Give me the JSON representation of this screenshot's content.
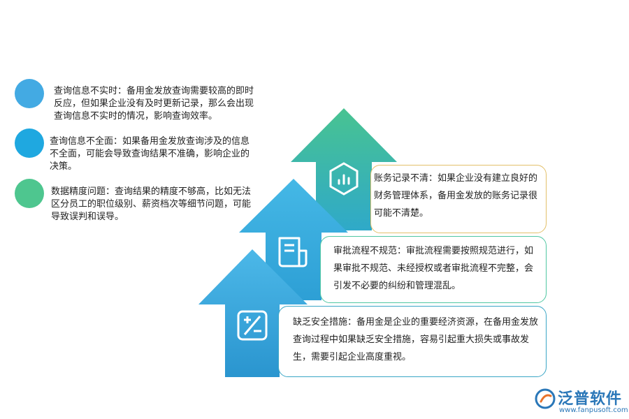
{
  "left_items": [
    {
      "color": "#43aae3",
      "text": "查询信息不实时：备用金发放查询需要较高的即时反应，但如果企业没有及时更新记录，那么会出现查询信息不实时的情况，影响查询效率。"
    },
    {
      "color": "#1fa8e0",
      "text": "查询信息不全面：如果备用金发放查询涉及的信息不全面，可能会导致查询结果不准确，影响企业的决策。"
    },
    {
      "color": "#4ec68f",
      "text": "数据精度问题：查询结果的精度不够高，比如无法区分员工的职位级别、薪资档次等细节问题，可能导致误判和误导。"
    }
  ],
  "arrows": [
    {
      "icon": "bar-chart-icon",
      "text": "账务记录不清：如果企业没有建立良好的财务管理体系，备用金发放的账务记录很可能不清楚。",
      "border": "#e3c06a",
      "top": "#48c391",
      "bottom": "#2fa9c9"
    },
    {
      "icon": "document-icon",
      "text": "审批流程不规范：审批流程需要按照规范进行，如果审批不规范、未经授权或者审批流程不完整，会引发不必要的纠纷和管理混乱。",
      "border": "#4fc7a2",
      "top": "#45b8e6",
      "bottom": "#2d9fd5"
    },
    {
      "icon": "plus-minus-icon",
      "text": "缺乏安全措施：备用金是企业的重要经济资源，在备用金发放查询过程中如果缺乏安全措施，容易引起重大损失或事故发生，需要引起企业高度重视。",
      "border": "#3aa6c6",
      "top": "#4cb8e8",
      "bottom": "#2a95cf"
    }
  ],
  "logo": {
    "name": "泛普软件",
    "url": "www.fanpusoft.com"
  }
}
